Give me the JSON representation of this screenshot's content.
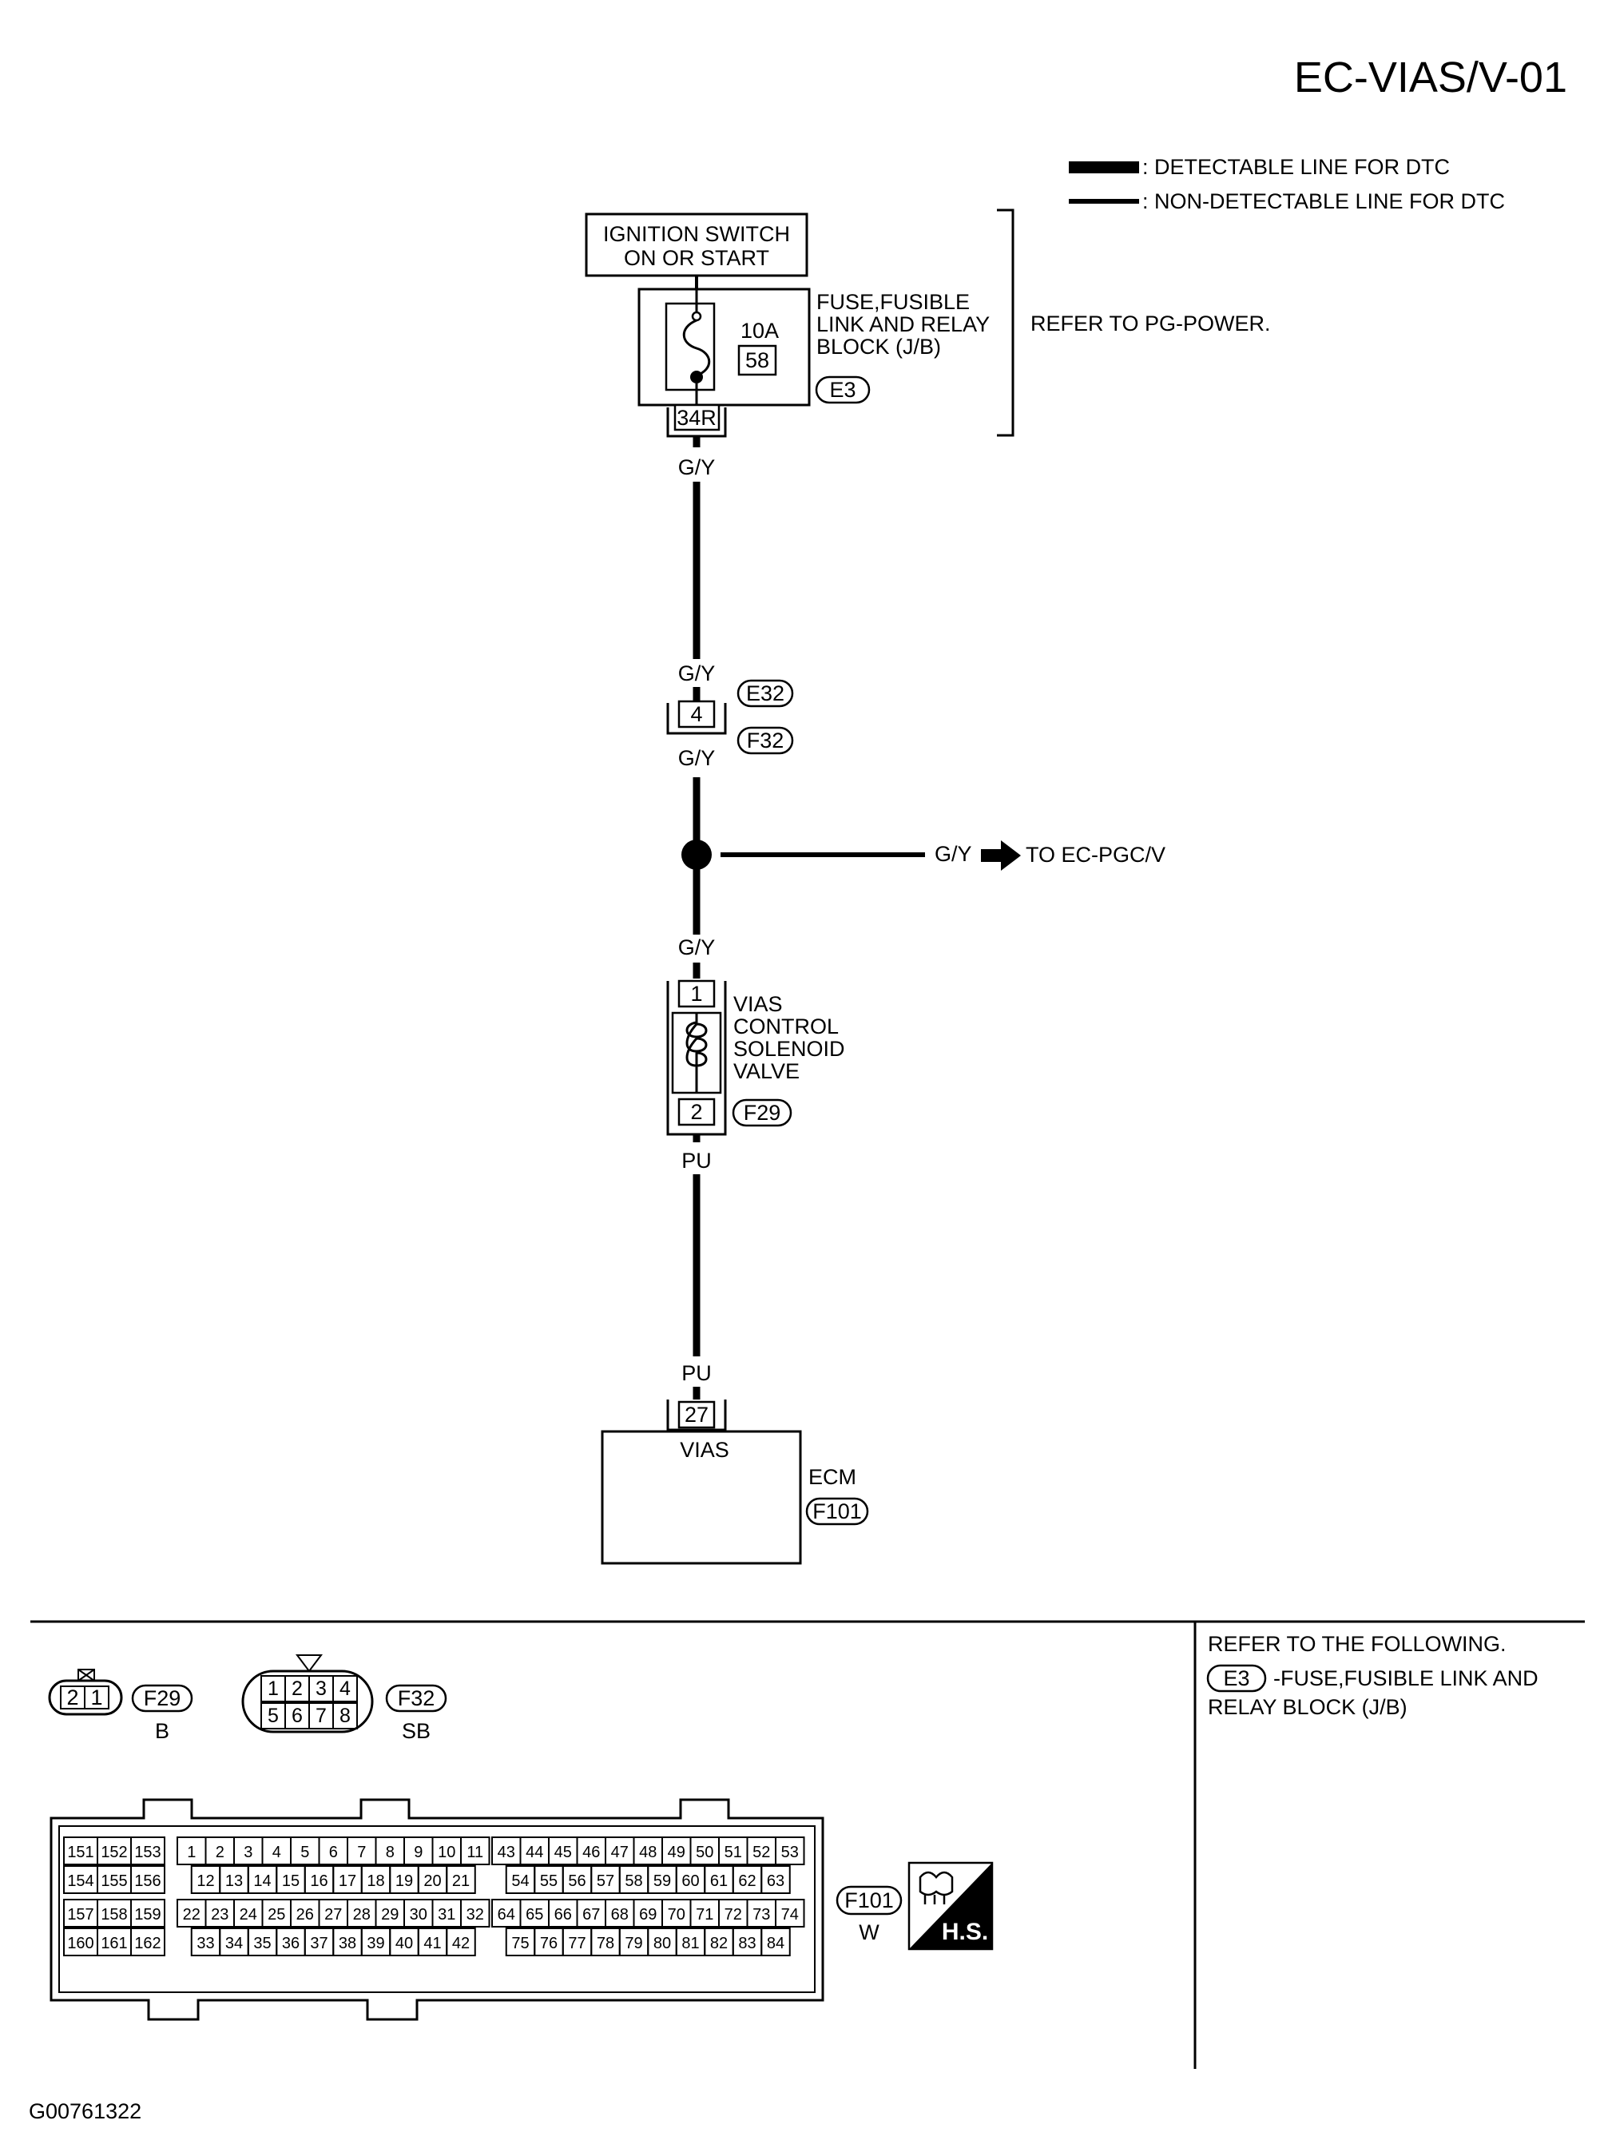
{
  "page_code": "EC-VIAS/V-01",
  "legend": {
    "detectable": ": DETECTABLE LINE FOR DTC",
    "non_detectable": ": NON-DETECTABLE LINE FOR DTC"
  },
  "ignition": {
    "line1": "IGNITION SWITCH",
    "line2": "ON OR START"
  },
  "fuse_block": {
    "name_lines": [
      "FUSE,FUSIBLE",
      "LINK AND RELAY",
      "BLOCK (J/B)"
    ],
    "rating": "10A",
    "number": "58",
    "connector": "E3",
    "terminal": "34R"
  },
  "refer_power": "REFER TO PG-POWER.",
  "wires": {
    "gy": "G/Y",
    "pu": "PU"
  },
  "joint_connector": {
    "pin": "4",
    "upper": "E32",
    "lower": "F32"
  },
  "branch_to": "TO EC-PGC/V",
  "solenoid": {
    "name_lines": [
      "VIAS",
      "CONTROL",
      "SOLENOID",
      "VALVE"
    ],
    "pin_top": "1",
    "pin_bottom": "2",
    "connector": "F29"
  },
  "ecm": {
    "pin": "27",
    "terminal_name": "VIAS",
    "name": "ECM",
    "connector": "F101"
  },
  "refer_following": {
    "title": "REFER TO THE FOLLOWING.",
    "connector": "E3",
    "line1": "-FUSE,FUSIBLE LINK AND",
    "line2": "RELAY BLOCK (J/B)"
  },
  "connectors": {
    "f29": {
      "code": "F29",
      "color": "B",
      "pins": [
        "2",
        "1"
      ]
    },
    "f32": {
      "code": "F32",
      "color": "SB",
      "pins_top": [
        "1",
        "2",
        "3",
        "4"
      ],
      "pins_bottom": [
        "5",
        "6",
        "7",
        "8"
      ]
    },
    "f101": {
      "code": "F101",
      "color": "W",
      "hs_label": "H.S.",
      "left_rows": [
        [
          "151",
          "152",
          "153"
        ],
        [
          "154",
          "155",
          "156"
        ],
        [
          "157",
          "158",
          "159"
        ],
        [
          "160",
          "161",
          "162"
        ]
      ],
      "mid_rows": [
        [
          "1",
          "2",
          "3",
          "4",
          "5",
          "6",
          "7",
          "8",
          "9",
          "10",
          "11"
        ],
        [
          "12",
          "13",
          "14",
          "15",
          "16",
          "17",
          "18",
          "19",
          "20",
          "21"
        ],
        [
          "22",
          "23",
          "24",
          "25",
          "26",
          "27",
          "28",
          "29",
          "30",
          "31",
          "32"
        ],
        [
          "33",
          "34",
          "35",
          "36",
          "37",
          "38",
          "39",
          "40",
          "41",
          "42"
        ]
      ],
      "right_rows": [
        [
          "43",
          "44",
          "45",
          "46",
          "47",
          "48",
          "49",
          "50",
          "51",
          "52",
          "53"
        ],
        [
          "54",
          "55",
          "56",
          "57",
          "58",
          "59",
          "60",
          "61",
          "62",
          "63"
        ],
        [
          "64",
          "65",
          "66",
          "67",
          "68",
          "69",
          "70",
          "71",
          "72",
          "73",
          "74"
        ],
        [
          "75",
          "76",
          "77",
          "78",
          "79",
          "80",
          "81",
          "82",
          "83",
          "84"
        ]
      ]
    }
  },
  "figure_id": "G00761322"
}
